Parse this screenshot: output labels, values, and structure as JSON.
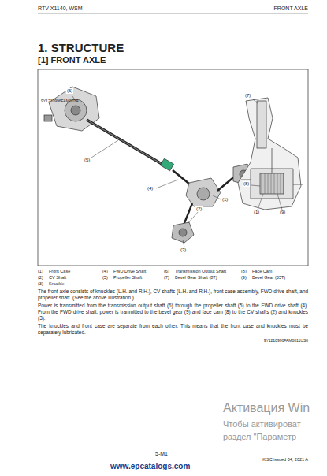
{
  "diagram": {
    "title": "1. STRUCTURE",
    "labels": [
      "RTV-X1140, WSM",
      "FRONT AXLE",
      "[1] FRONT AXLE",
      "9Y1210996FAM001A",
      "(6)",
      "(5)",
      "(4)",
      "(1)",
      "(2)",
      "(3)",
      "(7)",
      "(8)",
      "(1)",
      "(9)",
      "(1)",
      "Front Case",
      "(4)",
      "FWD Drive Shaft",
      "(6)",
      "Transmission Output Shaft",
      "(8)",
      "Face Cam",
      "(2)",
      "CV Shaft",
      "(5)",
      "Propeller Shaft",
      "(7)",
      "Bevel Gear Shaft (8T)",
      "(9)",
      "Bevel Gear (35T)",
      "(3)",
      "Knuckle",
      "The front axle consists of knuckles (L.H. and R.H.), CV shafts (L.H. and R.H.), front case assembly, FWD drive shaft, and propeller shaft. (See the above illustration.)",
      "Power is transmitted from the transmission output shaft (6) through the propeller shaft (5) to the FWD drive shaft (4). From the FWD drive shaft, power is tranmitted to the bevel gear (9) and face cam (8) to the CV shafts (2) and knuckles (3).",
      "The knuckles and front case are separate from each other. This means that the front case and knuckles must be separately lubricated.",
      "9Y1210996FAM0011US0",
      "Активация Win",
      "Чтобы активироват",
      "раздел \"Параметр",
      "5-M1",
      "KiSC issued 04, 2021 A",
      "www.epcatalogs.com"
    ]
  }
}
